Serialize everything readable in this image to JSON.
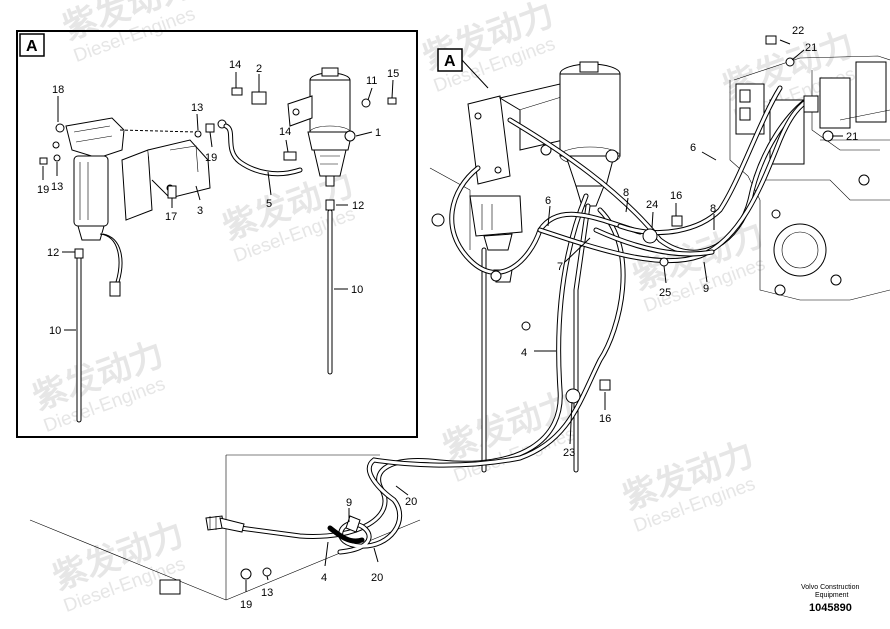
{
  "inset": {
    "view_label": "A"
  },
  "main": {
    "view_label": "A"
  },
  "watermarks": [
    {
      "cn": "紫发动力",
      "en": "Diesel-Engines"
    },
    {
      "cn": "紫发动力",
      "en": "Diesel-Engines"
    },
    {
      "cn": "紫发动力",
      "en": "Diesel-Engines"
    },
    {
      "cn": "紫发动力",
      "en": "Diesel-Engines"
    },
    {
      "cn": "紫发动力",
      "en": "Diesel-Engines"
    },
    {
      "cn": "紫发动力",
      "en": "Diesel-Engines"
    },
    {
      "cn": "紫发动力",
      "en": "Diesel-Engines"
    },
    {
      "cn": "紫发动力",
      "en": "Diesel-Engines"
    },
    {
      "cn": "紫发动力",
      "en": "Diesel-Engines"
    }
  ],
  "callouts": [
    "18",
    "13",
    "19",
    "13",
    "19",
    "17",
    "3",
    "14",
    "2",
    "14",
    "5",
    "11",
    "15",
    "1",
    "12",
    "10",
    "12",
    "10",
    "22",
    "21",
    "21",
    "6",
    "8",
    "16",
    "24",
    "8",
    "25",
    "9",
    "6",
    "7",
    "4",
    "16",
    "23",
    "20",
    "9",
    "20",
    "4",
    "13",
    "19"
  ],
  "credit": {
    "line1": "Volvo Construction",
    "line2": "Equipment",
    "doc_number": "1045890"
  },
  "colors": {
    "line": "#000000",
    "watermark": "#e6e6e6",
    "background": "#ffffff"
  }
}
